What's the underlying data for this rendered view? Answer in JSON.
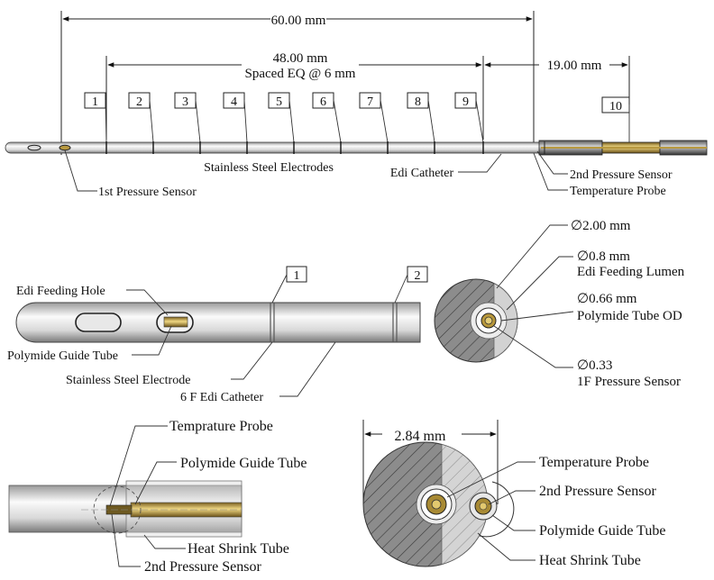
{
  "top_view": {
    "dim_overall": "60.00 mm",
    "dim_spacing_value": "48.00 mm",
    "dim_spacing_note": "Spaced EQ @ 6 mm",
    "dim_tip": "19.00 mm",
    "electrode_numbers": [
      "1",
      "2",
      "3",
      "4",
      "5",
      "6",
      "7",
      "8",
      "9",
      "10"
    ],
    "labels": {
      "electrodes": "Stainless Steel Electrodes",
      "catheter": "Edi Catheter",
      "pressure1": "1st Pressure Sensor",
      "pressure2": "2nd Pressure Sensor",
      "temperature": "Temperature Probe"
    }
  },
  "middle_view": {
    "feeding_hole": "Edi Feeding Hole",
    "guide_tube": "Polymide Guide Tube",
    "electrode": "Stainless Steel Electrode",
    "catheter": "6 F Edi Catheter",
    "callouts": [
      "1",
      "2"
    ]
  },
  "section_view": {
    "d_outer": "2.00 mm",
    "d_lumen_value": "0.8 mm",
    "d_lumen_name": "Edi Feeding Lumen",
    "d_tube_value": "0.66 mm",
    "d_tube_name": "Polymide Tube OD",
    "d_sensor_value": "0.33",
    "d_sensor_name": "1F Pressure Sensor"
  },
  "bottom_left": {
    "temperature": "Temprature Probe",
    "guide_tube": "Polymide Guide Tube",
    "heat_shrink": "Heat Shrink Tube",
    "pressure2": "2nd Pressure Sensor"
  },
  "bottom_right": {
    "width": "2.84 mm",
    "temperature": "Temperature Probe",
    "pressure2": "2nd Pressure Sensor",
    "guide_tube": "Polymide Guide Tube",
    "heat_shrink": "Heat Shrink Tube"
  },
  "colors": {
    "steel_light": "#f2f2f2",
    "steel_dark": "#9a9a9a",
    "gold": "#c9a547",
    "section_fill": "#8a8a8a"
  }
}
